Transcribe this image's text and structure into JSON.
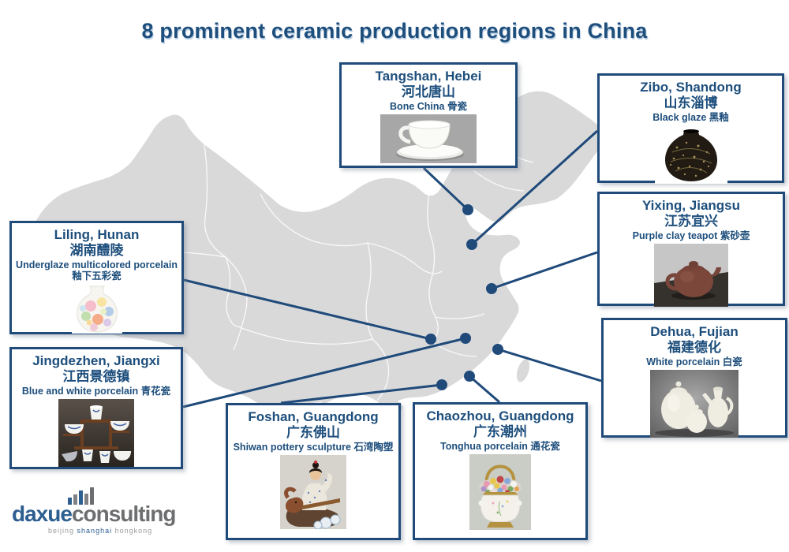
{
  "title": "8 prominent ceramic production regions in China",
  "colors": {
    "accent_navy": "#1f4a7a",
    "title_blue": "#1d4e7c",
    "map_gray": "#d9d9d9",
    "logo_blue": "#2d5f91",
    "logo_gray": "#6d6e70"
  },
  "regions": [
    {
      "city": "Tangshan, Hebei",
      "chinese": "河北唐山",
      "product": "Bone China 骨瓷",
      "image_icon": "bone-china-teacup"
    },
    {
      "city": "Zibo, Shandong",
      "chinese": "山东淄博",
      "product": "Black glaze 黑釉",
      "image_icon": "black-glaze-jar"
    },
    {
      "city": "Yixing, Jiangsu",
      "chinese": "江苏宜兴",
      "product": "Purple clay teapot 紫砂壶",
      "image_icon": "purple-clay-teapot"
    },
    {
      "city": "Dehua, Fujian",
      "chinese": "福建德化",
      "product": "White porcelain 白瓷",
      "image_icon": "white-porcelain-vessels"
    },
    {
      "city": "Liling, Hunan",
      "chinese": "湖南醴陵",
      "product": "Underglaze multicolored porcelain 釉下五彩瓷",
      "image_icon": "underglaze-multicolored-vase"
    },
    {
      "city": "Jingdezhen, Jiangxi",
      "chinese": "江西景德镇",
      "product": "Blue and white porcelain 青花瓷",
      "image_icon": "blue-white-porcelain-set"
    },
    {
      "city": "Foshan, Guangdong",
      "chinese": "广东佛山",
      "product": "Shiwan pottery sculpture 石湾陶塑",
      "image_icon": "shiwan-pottery-figurine"
    },
    {
      "city": "Chaozhou, Guangdong",
      "chinese": "广东潮州",
      "product": "Tonghua porcelain 通花瓷",
      "image_icon": "tonghua-flower-basket"
    }
  ],
  "logo": {
    "brand_blue": "daxue",
    "brand_gray": "consulting",
    "tagline_beijing": "beijing",
    "tagline_shanghai": "shanghai",
    "tagline_hongkong": "hongkong"
  }
}
